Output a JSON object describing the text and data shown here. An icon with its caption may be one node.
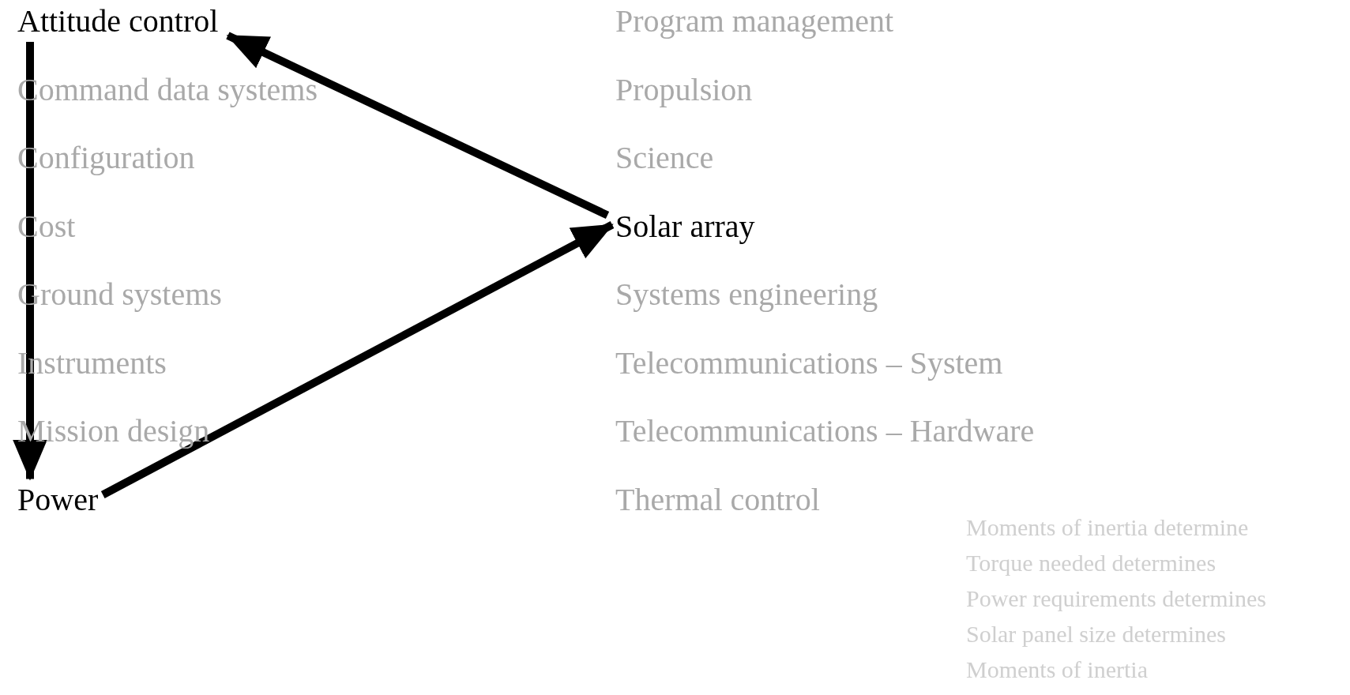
{
  "diagram": {
    "nodes": [
      {
        "text": [
          "Attitude control"
        ]
      },
      {
        "text": [
          "Power"
        ]
      },
      {
        "text": [
          "Solar array"
        ]
      }
    ],
    "edges": [
      {
        "from": 0,
        "to": 1,
        "arrow": "to"
      },
      {
        "from": 1,
        "to": 2,
        "arrow": "to"
      },
      {
        "from": 2,
        "to": 0,
        "arrow": "to"
      }
    ],
    "labels": [
      "Command data systems",
      "Configuration",
      "Cost",
      "Ground systems",
      "Instruments",
      "Mission design",
      "Program management",
      "Propulsion",
      "Science",
      "Systems engineering",
      "Telecommunications – System",
      "Telecommunications – Hardware",
      "Thermal control",
      "Moments of inertia determine",
      "Torque needed determines",
      "Power requirements determines",
      "Solar panel size determines",
      "Moments of inertia"
    ]
  }
}
